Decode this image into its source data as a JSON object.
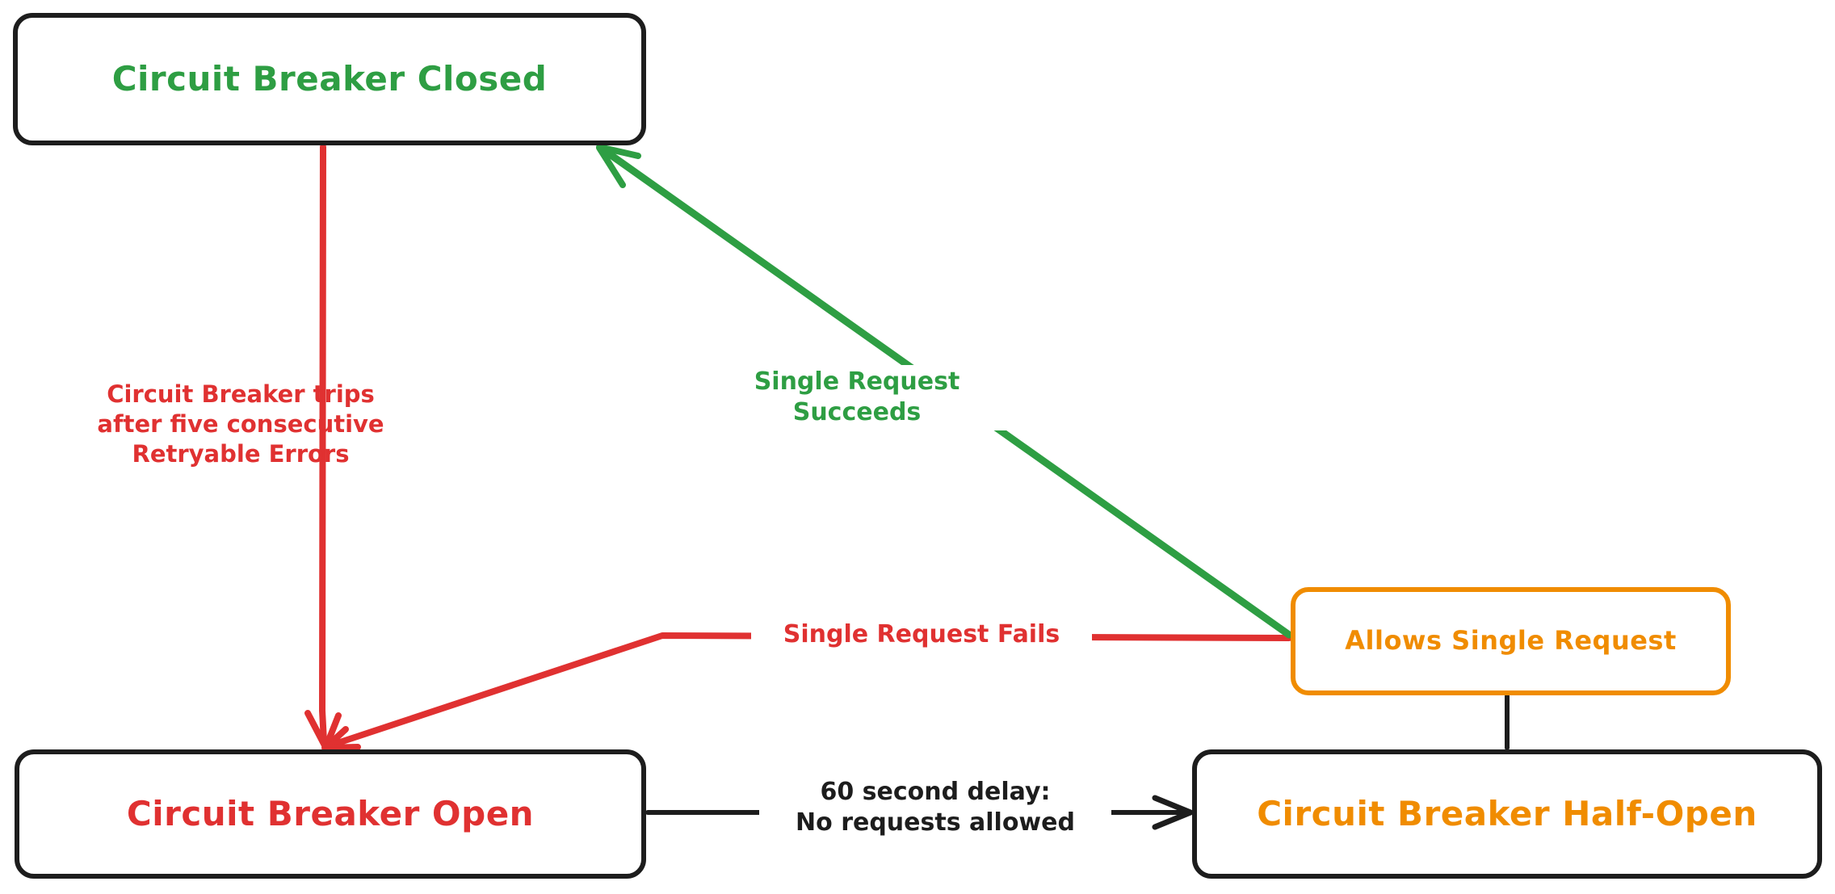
{
  "diagram": {
    "title": "Circuit Breaker State Diagram",
    "type": "state-diagram",
    "background": "#ffffff",
    "colors": {
      "closed_green": "#2e9e43",
      "open_red": "#e03131",
      "halfopen_orange": "#f08c00",
      "neutral_black": "#1d1d1d"
    }
  },
  "nodes": [
    {
      "id": "closed",
      "label": "Circuit Breaker Closed",
      "text_color": "#2e9e43",
      "border_color": "#1d1d1d"
    },
    {
      "id": "open",
      "label": "Circuit Breaker Open",
      "text_color": "#e03131",
      "border_color": "#1d1d1d"
    },
    {
      "id": "halfopen",
      "label": "Circuit Breaker Half-Open",
      "text_color": "#f08c00",
      "border_color": "#1d1d1d"
    },
    {
      "id": "allows",
      "label": "Allows Single Request",
      "text_color": "#f08c00",
      "border_color": "#f08c00"
    }
  ],
  "edges": [
    {
      "id": "closed-to-open",
      "from": "closed",
      "to": "open",
      "label": "Circuit Breaker trips\nafter five consecutive\nRetryable Errors",
      "color": "#e03131"
    },
    {
      "id": "allows-to-closed",
      "from": "allows",
      "to": "closed",
      "label": "Single Request Succeeds",
      "color": "#2e9e43"
    },
    {
      "id": "allows-to-open",
      "from": "allows",
      "to": "open",
      "label": "Single Request Fails",
      "color": "#e03131"
    },
    {
      "id": "open-to-halfopen",
      "from": "open",
      "to": "halfopen",
      "label": "60 second delay:\nNo requests allowed",
      "color": "#1d1d1d"
    },
    {
      "id": "halfopen-to-allows",
      "from": "halfopen",
      "to": "allows",
      "label": "",
      "color": "#1d1d1d"
    }
  ]
}
